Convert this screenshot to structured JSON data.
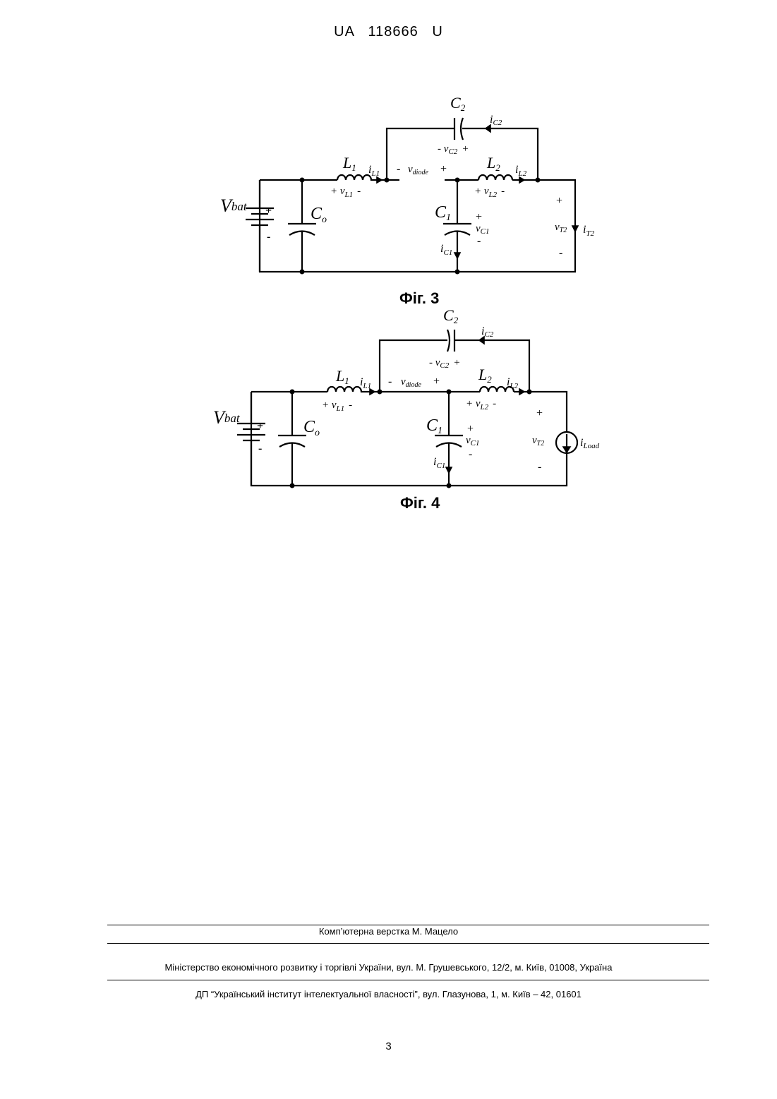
{
  "header": {
    "text": "UA   118666   U"
  },
  "figure3": {
    "caption": "Фіг. 3",
    "labels": {
      "vbat": "V",
      "vbat_sub": "bat",
      "co": "C",
      "co_sub": "o",
      "l1": "L",
      "l1_sub": "1",
      "il1": "i",
      "il1_sub": "L1",
      "vl1": "+ v",
      "vl1_sub": "L1",
      "vl1_minus": "-",
      "vdiode_minus": "-",
      "vdiode": "v",
      "vdiode_sub": "diode",
      "vdiode_plus": "+",
      "c2": "C",
      "c2_sub": "2",
      "ic2": "i",
      "ic2_sub": "C2",
      "vc2": "-  v",
      "vc2_sub": "C2",
      "vc2_plus": "+",
      "l2": "L",
      "l2_sub": "2",
      "il2": "i",
      "il2_sub": "L2",
      "vl2": "+ v",
      "vl2_sub": "L2",
      "vl2_minus": "-",
      "c1": "C",
      "c1_sub": "1",
      "vc1_plus": "+",
      "vc1": "v",
      "vc1_sub": "C1",
      "vc1_minus": "-",
      "ic1": "i",
      "ic1_sub": "C1",
      "vt2_plus": "+",
      "vt2": "v",
      "vt2_sub": "T2",
      "vt2_minus": "-",
      "it2": "i",
      "it2_sub": "T2",
      "bat_plus": "+",
      "bat_minus": "-"
    }
  },
  "figure4": {
    "caption": "Фіг. 4",
    "labels": {
      "vbat": "V",
      "vbat_sub": "bat",
      "co": "C",
      "co_sub": "o",
      "l1": "L",
      "l1_sub": "1",
      "il1": "i",
      "il1_sub": "L1",
      "vl1": "+ v",
      "vl1_sub": "L1",
      "vl1_minus": "-",
      "vdiode_minus": "-",
      "vdiode": "v",
      "vdiode_sub": "diode",
      "vdiode_plus": "+",
      "c2": "C",
      "c2_sub": "2",
      "ic2": "i",
      "ic2_sub": "C2",
      "vc2": "-  v",
      "vc2_sub": "C2",
      "vc2_plus": "+",
      "l2": "L",
      "l2_sub": "2",
      "il2": "i",
      "il2_sub": "L2",
      "vl2": "+ v",
      "vl2_sub": "L2",
      "vl2_minus": "-",
      "c1": "C",
      "c1_sub": "1",
      "vc1_plus": "+",
      "vc1": "v",
      "vc1_sub": "C1",
      "vc1_minus": "-",
      "ic1": "i",
      "ic1_sub": "C1",
      "vt2_plus": "+",
      "vt2": "v",
      "vt2_sub": "T2",
      "vt2_minus": "-",
      "iload": "i",
      "iload_sub": "Load",
      "bat_plus": "+",
      "bat_minus": "-"
    }
  },
  "footer": {
    "layout": "Комп’ютерна верстка М. Мацело",
    "ministry": "Міністерство економічного розвитку і торгівлі України, вул. М. Грушевського, 12/2, м. Київ, 01008, Україна",
    "institute": "ДП “Український інститут інтелектуальної власності”, вул. Глазунова, 1, м. Київ – 42, 01601"
  },
  "page_number": "3"
}
